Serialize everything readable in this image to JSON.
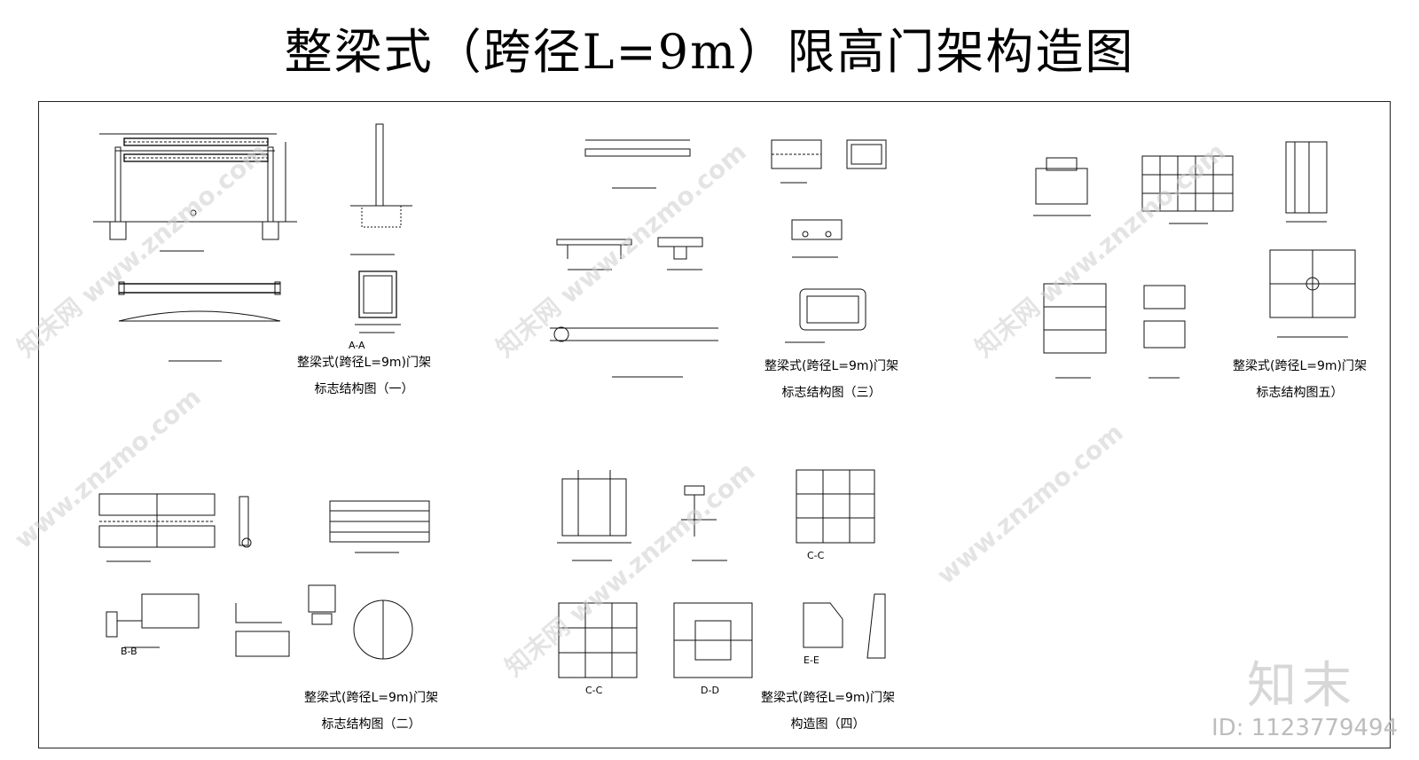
{
  "title": "整梁式（跨径L=9m）限高门架构造图",
  "sheets": [
    {
      "line1": "整梁式(跨径L=9m)门架",
      "line2": "标志结构图（一）"
    },
    {
      "line1": "整梁式(跨径L=9m)门架",
      "line2": "标志结构图（三）"
    },
    {
      "line1": "整梁式(跨径L=9m)门架",
      "line2": "标志结构图五）"
    },
    {
      "line1": "整梁式(跨径L=9m)门架",
      "line2": "标志结构图（二）"
    },
    {
      "line1": "整梁式(跨径L=9m)门架",
      "line2": "构造图（四）"
    }
  ],
  "section_labels": [
    "A-A",
    "C-C",
    "B-B",
    "C-C",
    "D-D",
    "E-E"
  ],
  "watermark": {
    "site": "www.znzmo.com",
    "brand_cn": "知末网"
  },
  "brand": "知末",
  "id_label": "ID: 1123779494"
}
